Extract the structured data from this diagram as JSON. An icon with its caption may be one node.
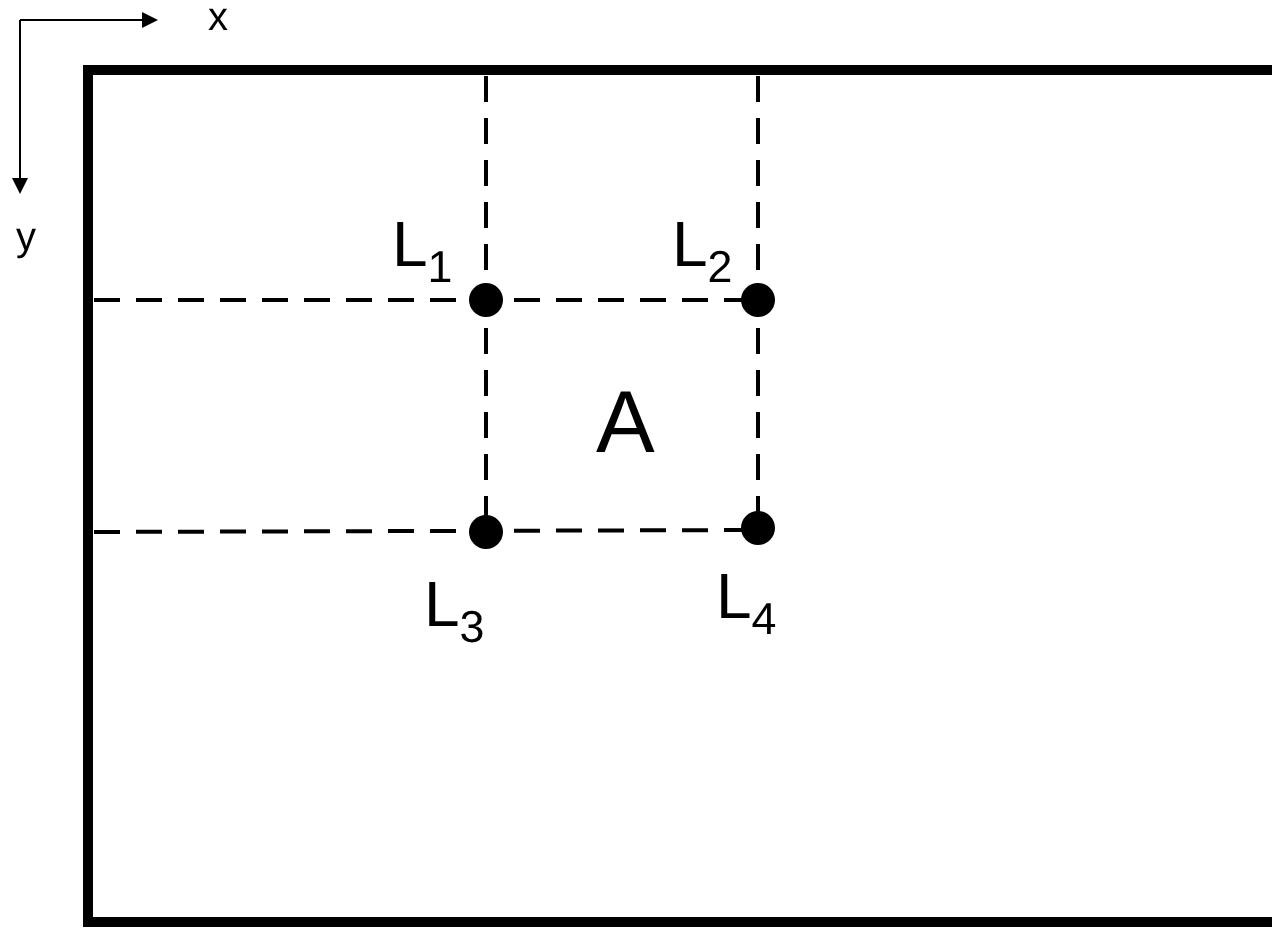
{
  "diagram": {
    "labels": [
      "x",
      "y",
      "L$_{1}$",
      "L$_{2}$",
      "L$_{3}$",
      "L$_{4}$",
      "A"
    ]
  }
}
